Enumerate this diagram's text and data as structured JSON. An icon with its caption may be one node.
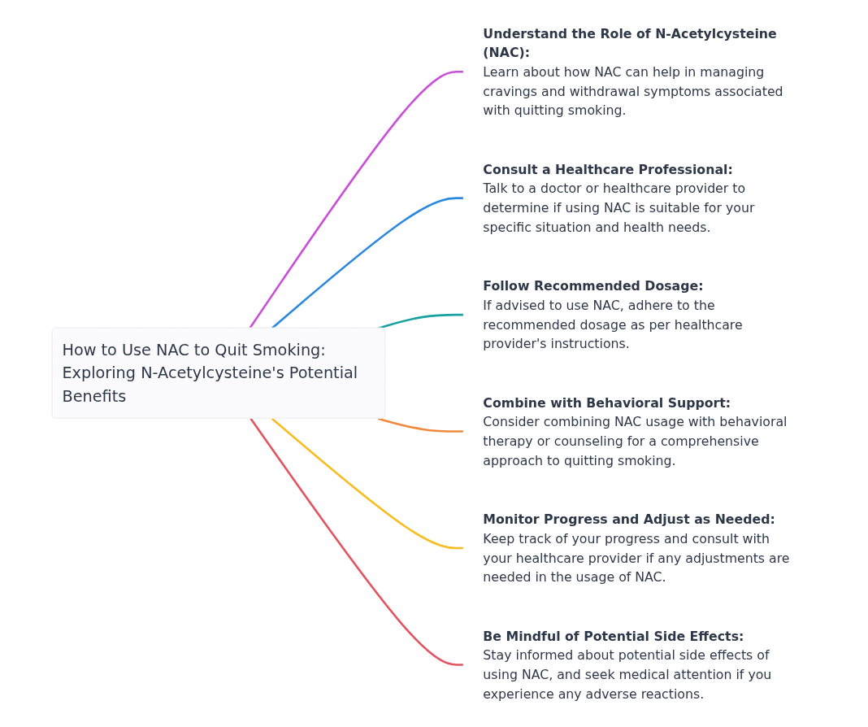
{
  "diagram": {
    "nodes": [
      {
        "text": [
          "How to Use NAC to Quit Smoking: Exploring N-Acetylcysteine's Potential Benefits"
        ]
      },
      {
        "text": [
          "Understand the Role of N-Acetylcysteine (NAC):",
          "Learn about how NAC can help in managing cravings and withdrawal symptoms associated with quitting smoking."
        ]
      },
      {
        "text": [
          "Consult a Healthcare Professional:",
          "Talk to a doctor or healthcare provider to determine if using NAC is suitable for your specific situation and health needs."
        ]
      },
      {
        "text": [
          "Follow Recommended Dosage:",
          "If advised to use NAC, adhere to the recommended dosage as per healthcare provider's instructions."
        ]
      },
      {
        "text": [
          "Combine with Behavioral Support:",
          "Consider combining NAC usage with behavioral therapy or counseling for a comprehensive approach to quitting smoking."
        ]
      },
      {
        "text": [
          "Monitor Progress and Adjust as Needed:",
          "Keep track of your progress and consult with your healthcare provider if any adjustments are needed in the usage of NAC."
        ]
      },
      {
        "text": [
          "Be Mindful of Potential Side Effects:",
          "Stay informed about potential side effects of using NAC, and seek medical attention if you experience any adverse reactions."
        ]
      }
    ],
    "edges": [
      {
        "from": 0,
        "to": 1,
        "arrow": "none",
        "color": "#c94fd8"
      },
      {
        "from": 0,
        "to": 2,
        "arrow": "none",
        "color": "#2b88e0"
      },
      {
        "from": 0,
        "to": 3,
        "arrow": "none",
        "color": "#17a2a0"
      },
      {
        "from": 0,
        "to": 4,
        "arrow": "none",
        "color": "#f08a3a"
      },
      {
        "from": 0,
        "to": 5,
        "arrow": "none",
        "color": "#f7bd22"
      },
      {
        "from": 0,
        "to": 6,
        "arrow": "none",
        "color": "#e05561"
      }
    ]
  }
}
